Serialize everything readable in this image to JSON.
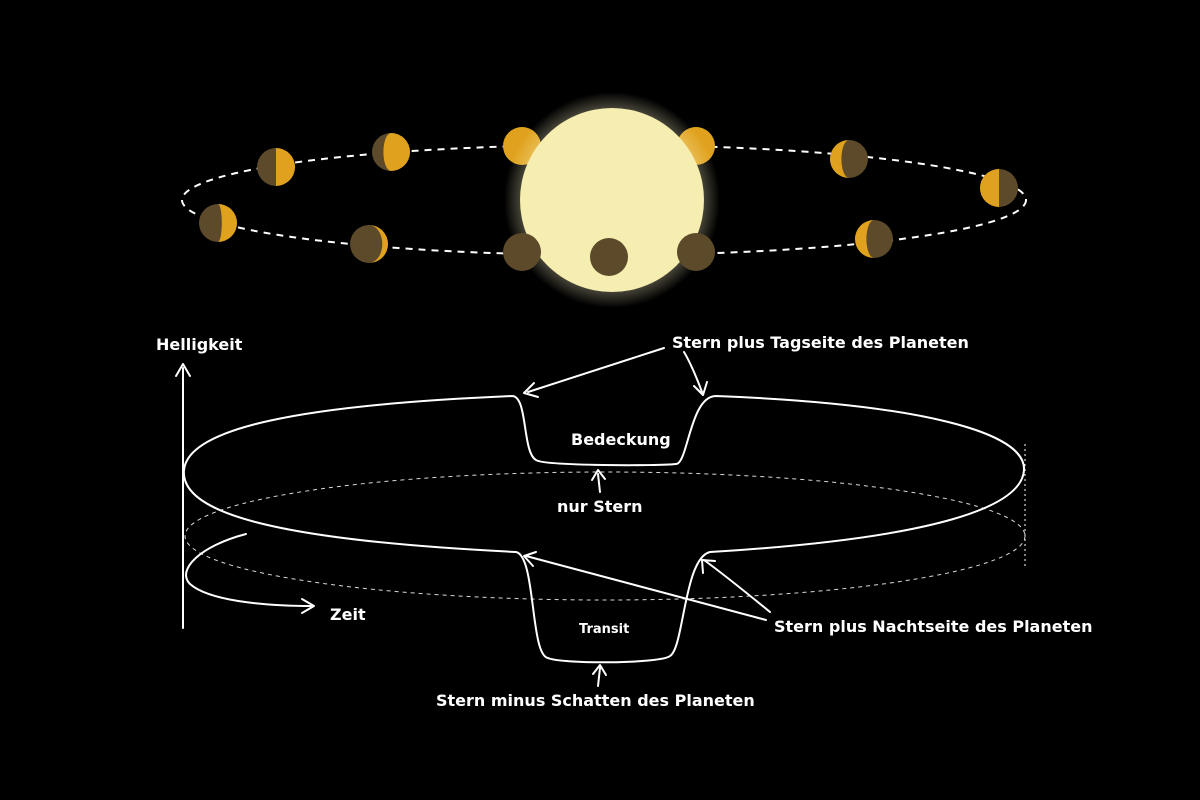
{
  "labels": {
    "brightness_axis": "Helligkeit",
    "time_axis": "Zeit",
    "dayside": "Stern plus Tagseite des Planeten",
    "eclipse": "Bedeckung",
    "star_only": "nur Stern",
    "transit": "Transit",
    "nightside": "Stern plus Nachtseite des Planeten",
    "shadow": "Stern minus Schatten des Planeten"
  },
  "colors": {
    "background": "#000000",
    "star": "#f5eeb0",
    "planet_day": "#e0a21e",
    "planet_night": "#5c4a2a",
    "lines": "#ffffff"
  },
  "planet_phases": [
    {
      "name": "planet-phase-1",
      "lit_fraction": 0.5,
      "lit_side": "right"
    },
    {
      "name": "planet-phase-2",
      "lit_fraction": 0.7,
      "lit_side": "right"
    },
    {
      "name": "planet-phase-3",
      "lit_fraction": 1.0,
      "lit_side": "full"
    },
    {
      "name": "planet-phase-4",
      "lit_fraction": 1.0,
      "lit_side": "full"
    },
    {
      "name": "planet-phase-5",
      "lit_fraction": 0.3,
      "lit_side": "left"
    },
    {
      "name": "planet-phase-6",
      "lit_fraction": 0.5,
      "lit_side": "left"
    },
    {
      "name": "planet-phase-7",
      "lit_fraction": 0.3,
      "lit_side": "left"
    },
    {
      "name": "planet-phase-8",
      "lit_fraction": 0.0,
      "lit_side": "none"
    },
    {
      "name": "planet-phase-9",
      "lit_fraction": 0.0,
      "lit_side": "none"
    },
    {
      "name": "planet-phase-10",
      "lit_fraction": 0.0,
      "lit_side": "none"
    },
    {
      "name": "planet-phase-11",
      "lit_fraction": 0.15,
      "lit_side": "right"
    },
    {
      "name": "planet-phase-12",
      "lit_fraction": 0.4,
      "lit_side": "right"
    }
  ]
}
